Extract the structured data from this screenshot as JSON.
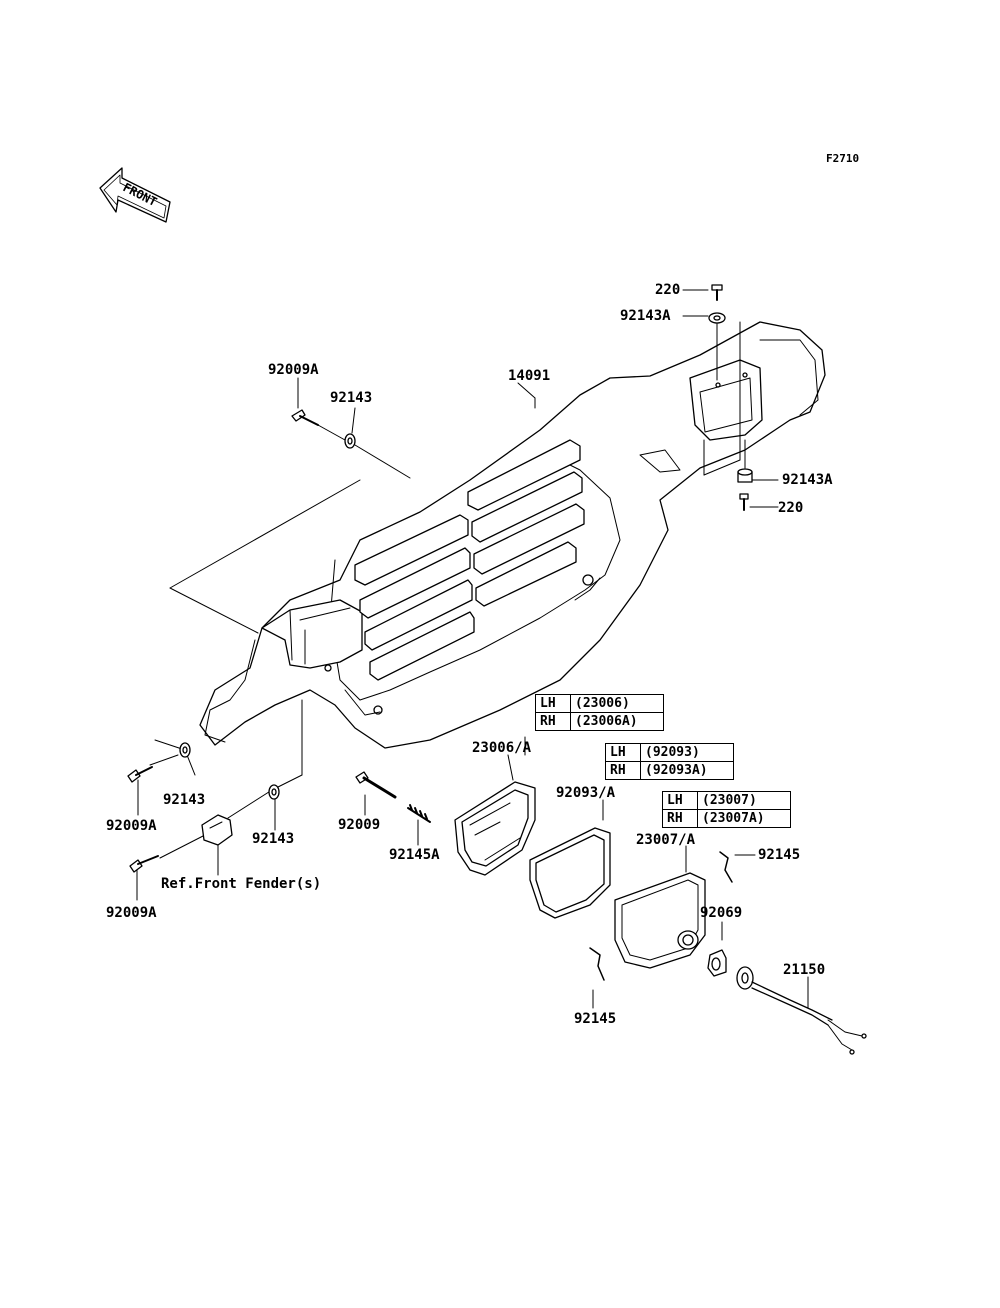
{
  "figure_code": "F2710",
  "front_arrow_text": "FRONT",
  "labels": {
    "l_220_top": "220",
    "l_92143A_top": "92143A",
    "l_14091": "14091",
    "l_92009A_top": "92009A",
    "l_92143_top": "92143",
    "l_92143A_right": "92143A",
    "l_220_right": "220",
    "l_92143_left": "92143",
    "l_92009A_left": "92009A",
    "l_92143_mid": "92143",
    "l_92009": "92009",
    "l_92145A": "92145A",
    "l_ref_fender": "Ref.Front Fender(s)",
    "l_92009A_bottom": "92009A",
    "l_23006A": "23006/A",
    "l_92093A": "92093/A",
    "l_23007A": "23007/A",
    "l_92145_right": "92145",
    "l_92069": "92069",
    "l_21150": "21150",
    "l_92145_bottom": "92145"
  },
  "variant_tables": [
    {
      "rows": [
        {
          "side": "LH",
          "part": "(23006)"
        },
        {
          "side": "RH",
          "part": "(23006A)"
        }
      ]
    },
    {
      "rows": [
        {
          "side": "LH",
          "part": "(92093)"
        },
        {
          "side": "RH",
          "part": "(92093A)"
        }
      ]
    },
    {
      "rows": [
        {
          "side": "LH",
          "part": "(23007)"
        },
        {
          "side": "RH",
          "part": "(23007A)"
        }
      ]
    }
  ]
}
